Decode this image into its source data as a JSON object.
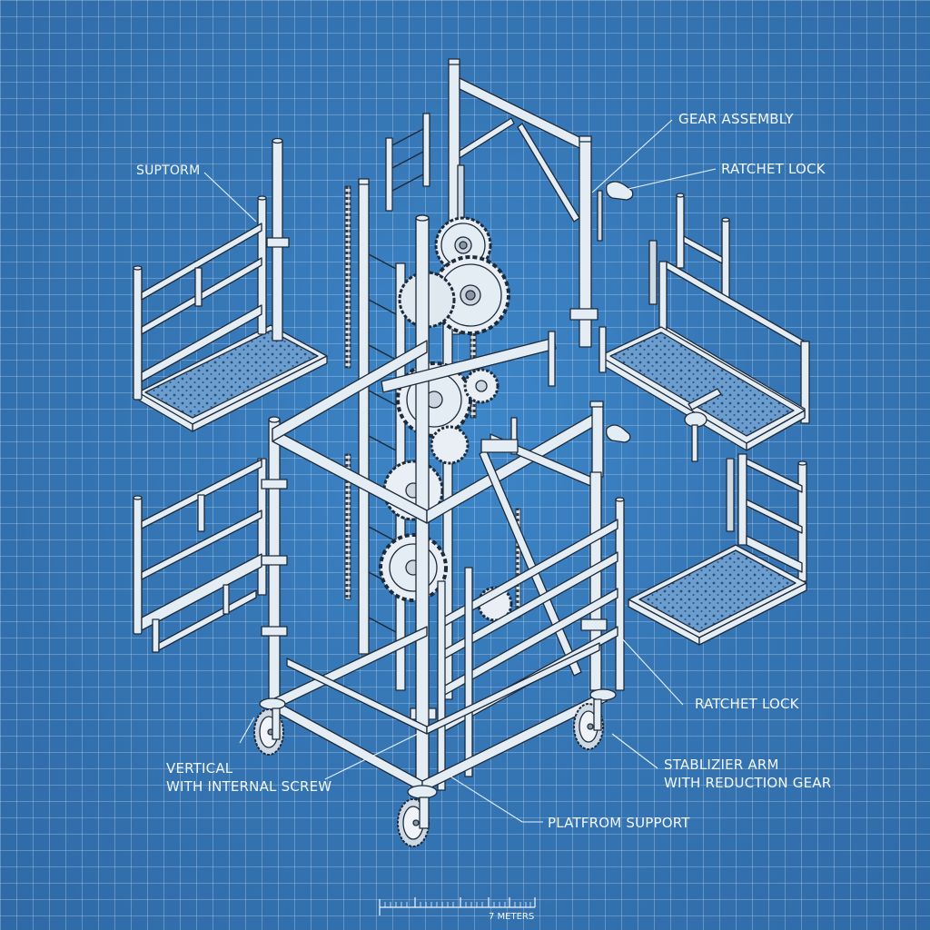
{
  "diagram": {
    "type": "isometric-blueprint",
    "subject": "Mobile scaffold tower with gear-driven lift",
    "colors": {
      "background": "#3676b5",
      "grid_line": "#a9c8e6",
      "frame_fill": "#e4ecf4",
      "frame_stroke": "#1d2a3a",
      "deck_fill": "#5a8fc4",
      "label_text": "#f2f7fc",
      "leader_line": "#e8f1fa"
    },
    "labels": {
      "suptorm": "SUPTORM",
      "gear_assembly": "GEAR ASSEMBLY",
      "ratchet_lock_top": "RATCHET LOCK",
      "ratchet_lock_bottom": "RATCHET LOCK",
      "stabilizer_line1": "STABLIZIER ARM",
      "stabilizer_line2": "WITH REDUCTION GEAR",
      "vertical_line1": "VERTICAL",
      "vertical_line2": "WITH INTERNAL SCREW",
      "platform_support": "PLATFROM SUPPORT"
    },
    "scale_bar": {
      "label": "7 METERS"
    },
    "components": [
      {
        "name": "upper-left-platform",
        "icon": "perforated-deck"
      },
      {
        "name": "upper-right-platform",
        "icon": "perforated-deck"
      },
      {
        "name": "lower-right-platform",
        "icon": "perforated-deck"
      },
      {
        "name": "left-guardrail-panel",
        "icon": "rail-frame"
      },
      {
        "name": "central-tower",
        "icon": "ladder-frame"
      },
      {
        "name": "gear-train",
        "icon": "sprocket-gears"
      },
      {
        "name": "top-gantry",
        "icon": "a-frame"
      },
      {
        "name": "caster-wheels",
        "icon": "caster-wheel",
        "count": 3
      }
    ]
  }
}
